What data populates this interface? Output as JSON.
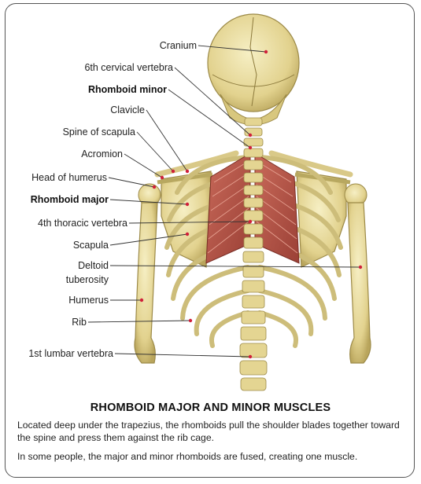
{
  "labels": {
    "cranium": "Cranium",
    "cervical6": "6th cervical vertebra",
    "rhomboid_minor": "Rhomboid minor",
    "clavicle": "Clavicle",
    "spine_scapula": "Spine of scapula",
    "acromion": "Acromion",
    "head_humerus": "Head of humerus",
    "rhomboid_major": "Rhomboid major",
    "thoracic4": "4th thoracic vertebra",
    "scapula": "Scapula",
    "deltoid_line1": "Deltoid",
    "deltoid_line2": "tuberosity",
    "humerus": "Humerus",
    "rib": "Rib",
    "lumbar1": "1st lumbar vertebra"
  },
  "caption": {
    "title": "RHOMBOID MAJOR AND MINOR MUSCLES",
    "paragraph1": "Located deep under the trapezius, the rhomboids pull the shoulder blades together toward the spine and press them against the rib cage.",
    "paragraph2": "In some people, the major and minor rhomboids are fused, creating one muscle."
  },
  "colors": {
    "bone": "#e8dc9c",
    "bone_shadow": "#b8a860",
    "muscle": "#b5584c",
    "leader_dot": "#d0203a"
  }
}
